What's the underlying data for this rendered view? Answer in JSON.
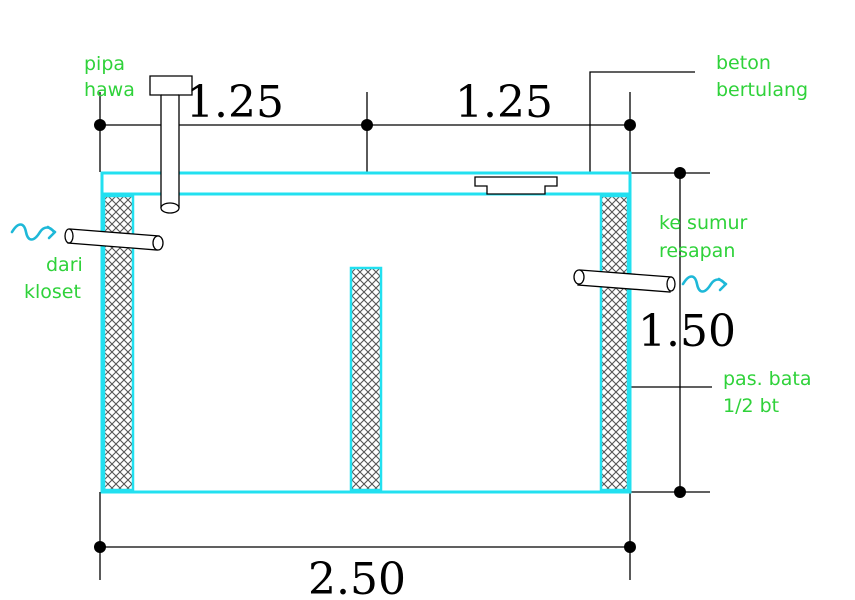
{
  "colors": {
    "outline": "#22e0f0",
    "label": "#2fd23a",
    "line": "#000000",
    "hatch": "#555555",
    "pipe": "#ffffff",
    "flow_arrow": "#1eb8d8"
  },
  "dimensions": {
    "top_left": "1.25",
    "top_right": "1.25",
    "height": "1.50",
    "total_width": "2.50"
  },
  "labels": {
    "pipe_vent_line1": "pipa",
    "pipe_vent_line2": "hawa",
    "concrete_line1": "beton",
    "concrete_line2": "bertulang",
    "outlet_line1": "ke sumur",
    "outlet_line2": "resapan",
    "inlet_line1": "dari",
    "inlet_line2": "kloset",
    "brick_line1": "pas. bata",
    "brick_line2": "1/2 bt"
  },
  "icons": {
    "inlet_flow": "wavy-arrow-icon",
    "outlet_flow": "wavy-arrow-icon"
  }
}
